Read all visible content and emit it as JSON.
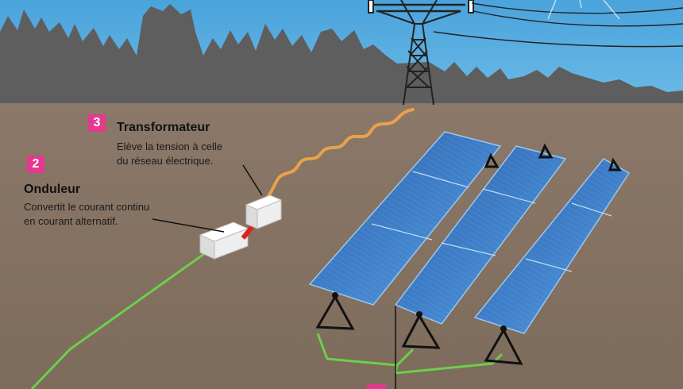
{
  "steps": [
    {
      "number": "2",
      "title": "Onduleur",
      "description_line1": "Convertit le courant continu",
      "description_line2": "en courant alternatif."
    },
    {
      "number": "3",
      "title": "Transformateur",
      "description_line1": "Elève la tension à celle",
      "description_line2": "du réseau électrique."
    }
  ],
  "colors": {
    "sky": "#5aaee0",
    "ground": "#8a7767",
    "trees": "#5e5e5e",
    "panel": "#3f7fc9",
    "dc_cable": "#6ccf4a",
    "ac_cable": "#e8a24a",
    "badge": "#e3398f",
    "box": "#f3f3f3",
    "connector": "#e02020"
  }
}
